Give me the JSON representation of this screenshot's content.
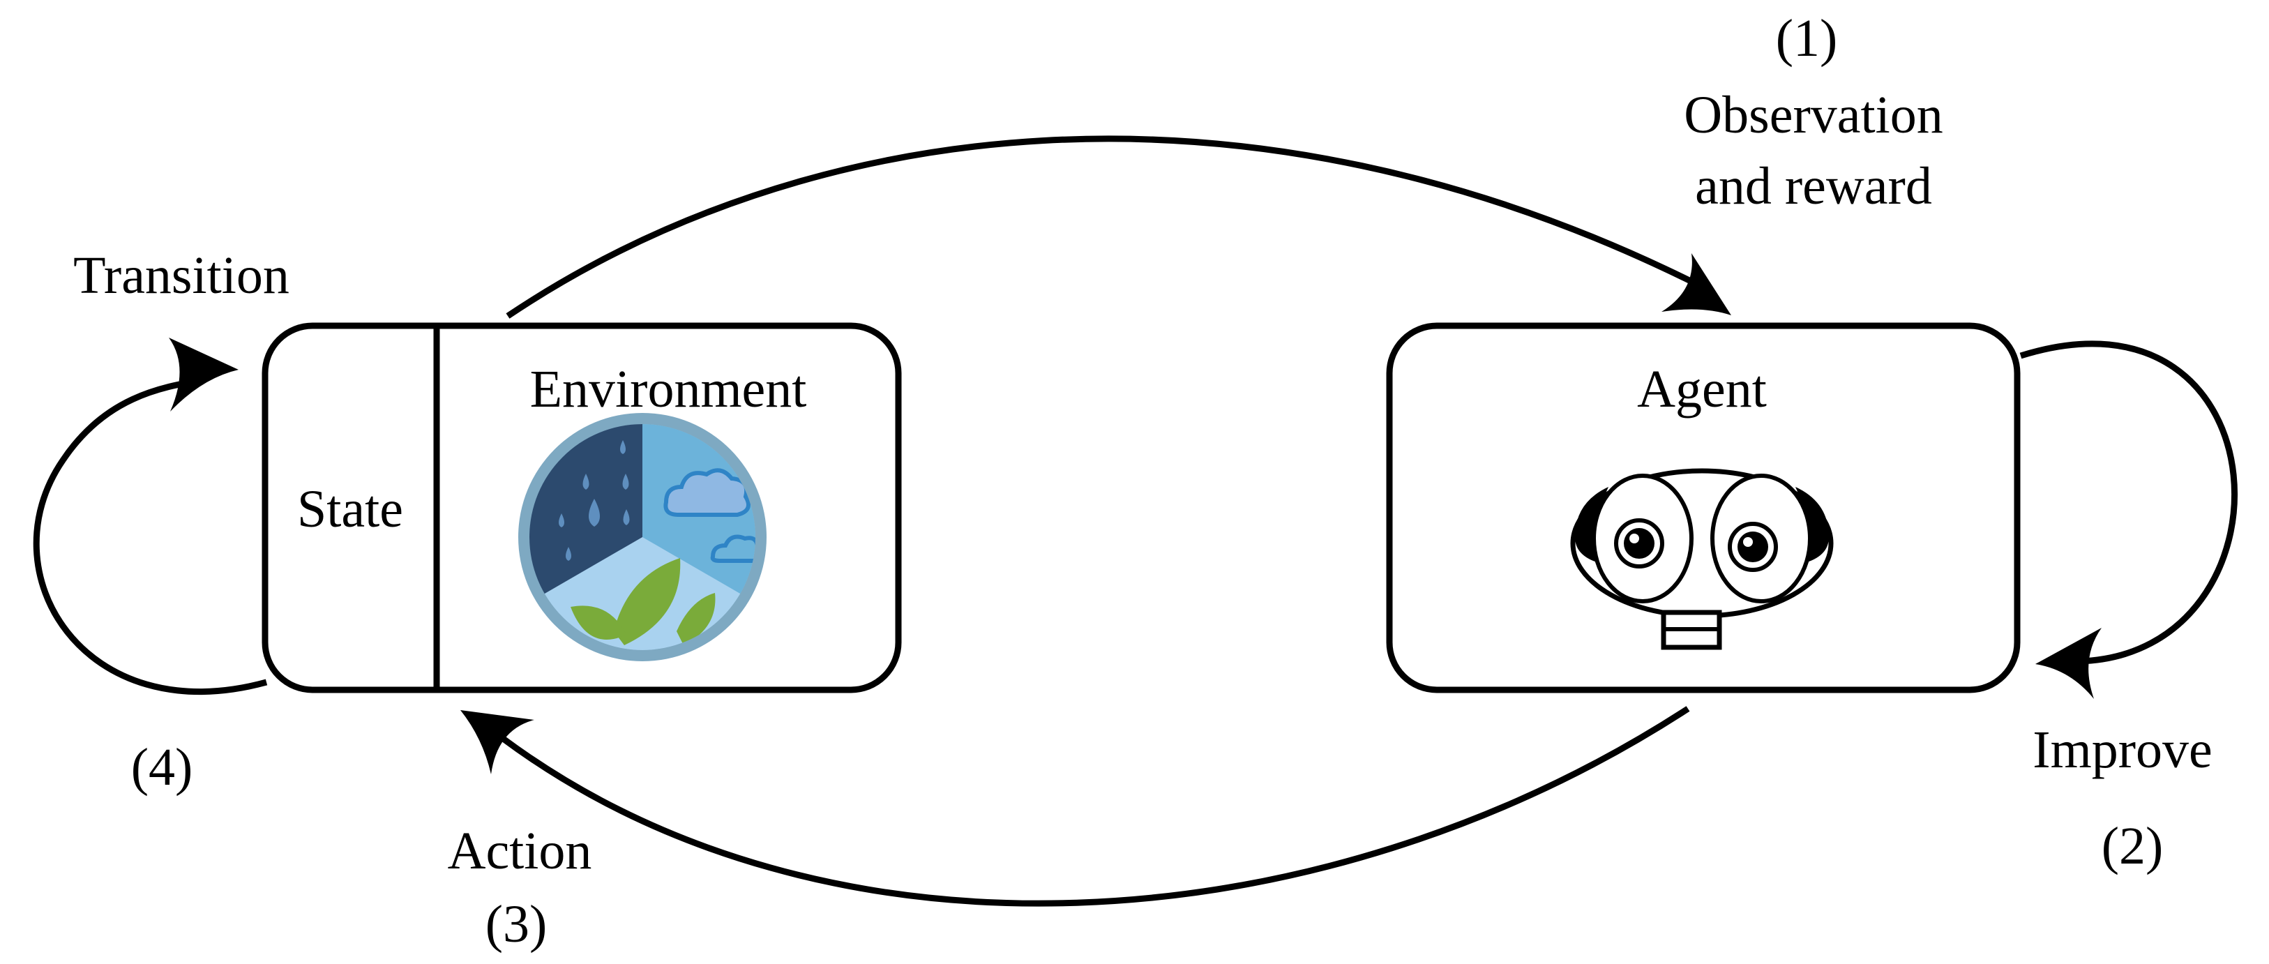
{
  "nodes": {
    "environment": {
      "title": "Environment",
      "state_label": "State"
    },
    "agent": {
      "title": "Agent"
    }
  },
  "edges": {
    "observation": {
      "number": "(1)",
      "line1": "Observation",
      "line2": "and reward"
    },
    "improve": {
      "label": "Improve",
      "number": "(2)"
    },
    "action": {
      "label": "Action",
      "number": "(3)"
    },
    "transition": {
      "label": "Transition",
      "number": "(4)"
    }
  },
  "colors": {
    "line": "#000000",
    "globe_ring": "#7ea9c2",
    "rain_dark": "#2c4a6e",
    "sky_blue": "#6cb3da",
    "ground_light": "#a9d2ef",
    "leaf_green": "#7aab3a",
    "cloud_blue": "#2f84c6"
  },
  "icons": {
    "environment": "weather-globe-icon",
    "agent": "robot-head-icon"
  }
}
